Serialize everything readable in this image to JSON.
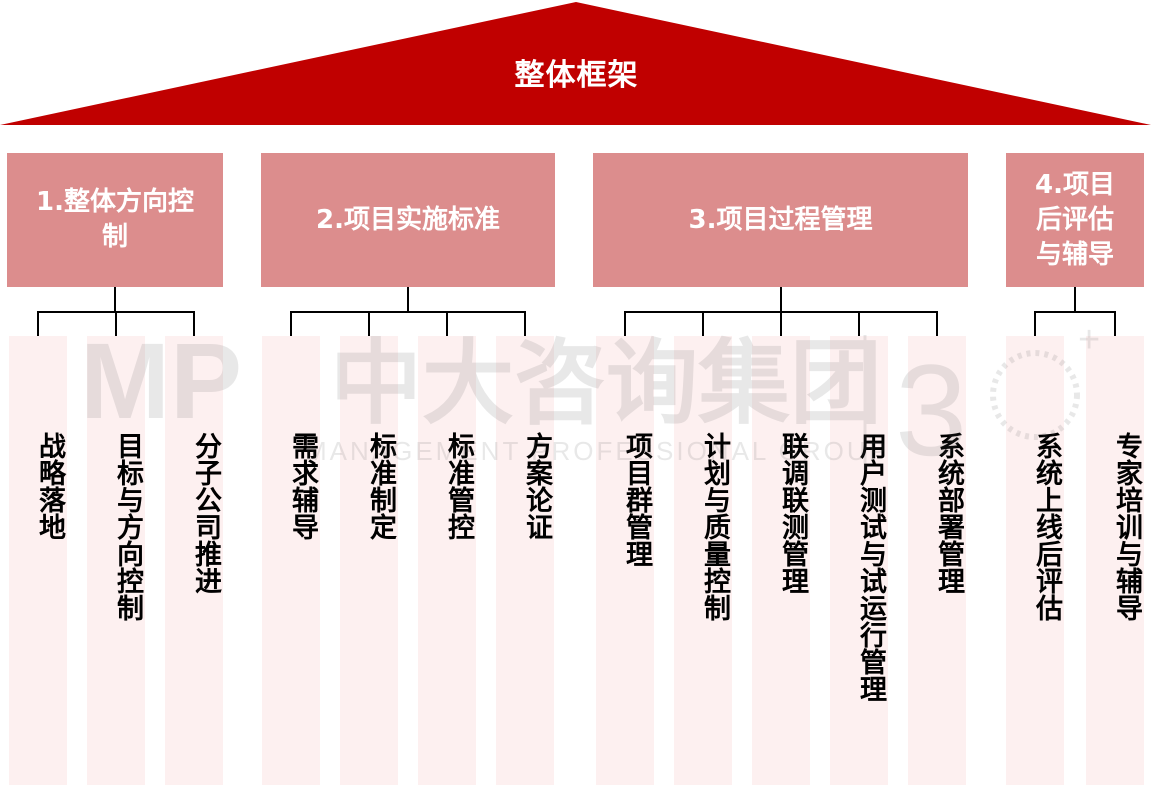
{
  "title": "整体框架",
  "colors": {
    "roof": "#c00000",
    "header": "#dc8d8d",
    "column": "#fdf0f0",
    "line": "#000000"
  },
  "watermark": {
    "text": "中大咨询集团",
    "subtext": "MANAGEMENT PROFESSIONAL GROUP",
    "logo": "MP"
  },
  "categories": [
    {
      "label": "1.整体方向控制",
      "items": [
        "战略落地",
        "目标与方向控制",
        "分子公司推进"
      ]
    },
    {
      "label": "2.项目实施标准",
      "items": [
        "需求辅导",
        "标准制定",
        "标准管控",
        "方案论证"
      ]
    },
    {
      "label": "3.项目过程管理",
      "items": [
        "项目群管理",
        "计划与质量控制",
        "联调联测管理",
        "用户测试与试运行管理",
        "系统部署管理"
      ]
    },
    {
      "label": "4.项目后评估与辅导",
      "items": [
        "系统上线后评估",
        "专家培训与辅导"
      ]
    }
  ]
}
